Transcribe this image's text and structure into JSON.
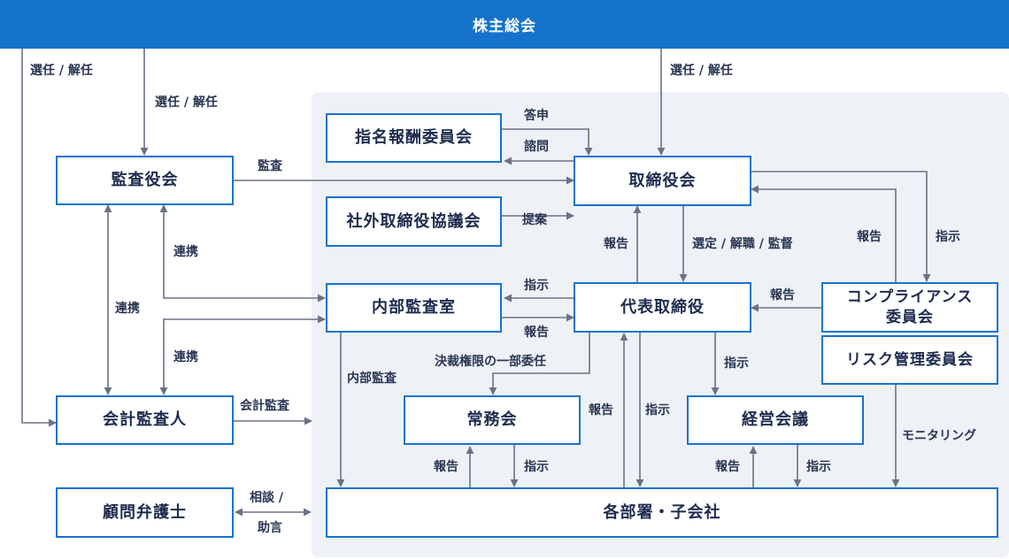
{
  "header": {
    "title": "株主総会"
  },
  "nodes": {
    "kansayakukai": "監査役会",
    "shimei": "指名報酬委員会",
    "torishimariyakukai": "取締役会",
    "shagai": "社外取締役協議会",
    "naibu_kansa_shitsu": "内部監査室",
    "daihyo": "代表取締役",
    "compliance_line1": "コンプライアンス",
    "compliance_line2": "委員会",
    "risk": "リスク管理委員会",
    "kaikei_kansanin": "会計監査人",
    "jomukai": "常務会",
    "keiei_kaigi": "経営会議",
    "komon": "顧問弁護士",
    "kakubusho": "各部署・子会社"
  },
  "labels": {
    "senin_left": "選任 / 解任",
    "senin_mid": "選任 / 解任",
    "senin_right": "選任 / 解任",
    "toshin": "答申",
    "shimon": "諮問",
    "kansa": "監査",
    "teian": "提案",
    "renkei_1": "連携",
    "renkei_2": "連携",
    "renkei_3": "連携",
    "hokoku_daihyo_to_board": "報告",
    "sentei": "選定 / 解職 / 監督",
    "hokoku_compliance_to_board": "報告",
    "shiji_board_to_compliance": "指示",
    "shiji_daihyo_to_naibu": "指示",
    "hokoku_naibu_to_daihyo": "報告",
    "hokoku_compliance_to_daihyo": "報告",
    "kessai": "決裁権限の一部委任",
    "naibu_kansa": "内部監査",
    "shiji_daihyo_to_keiei": "指示",
    "hokoku_kakubu_to_daihyo": "報告",
    "shiji_daihyo_to_kakubu": "指示",
    "kaikei_kansa": "会計監査",
    "monitoring": "モニタリング",
    "hokoku_kakubu_to_jomu": "報告",
    "shiji_jomu_to_kakubu": "指示",
    "hokoku_kakubu_to_keiei": "報告",
    "shiji_keiei_to_kakubu": "指示",
    "sodan_line1": "相談 /",
    "sodan_line2": "助言"
  },
  "colors": {
    "header_bg": "#1573cc",
    "box_border": "#1573cc",
    "arrow": "#6b7286",
    "panel_bg": "#eef1f6",
    "text": "#1d2b4f"
  }
}
